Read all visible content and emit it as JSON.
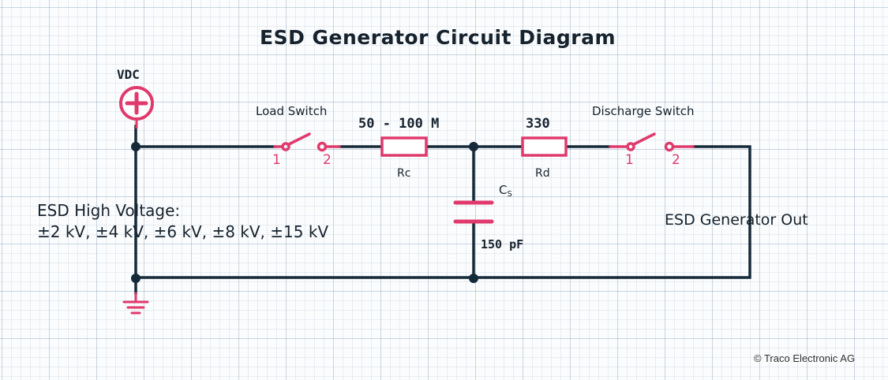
{
  "title": "ESD Generator Circuit Diagram",
  "vdc_label": "VDC",
  "load_switch": {
    "label": "Load Switch",
    "pin1": "1",
    "pin2": "2"
  },
  "rc": {
    "value": "50 - 100 M",
    "name": "Rc"
  },
  "rd": {
    "value": "330",
    "name": "Rd"
  },
  "discharge_switch": {
    "label": "Discharge Switch",
    "pin1": "1",
    "pin2": "2"
  },
  "cs": {
    "name": "C",
    "subscript": "S",
    "value": "150 pF"
  },
  "hv": {
    "line1": "ESD High Voltage:",
    "line2": "±2 kV, ±4 kV, ±6 kV, ±8 kV, ±15 kV"
  },
  "output_label": "ESD Generator Out",
  "copyright": "© Traco Electronic AG",
  "colors": {
    "wire": "#142a38",
    "component": "#e03a6d",
    "grid": "#8aa2b8"
  }
}
